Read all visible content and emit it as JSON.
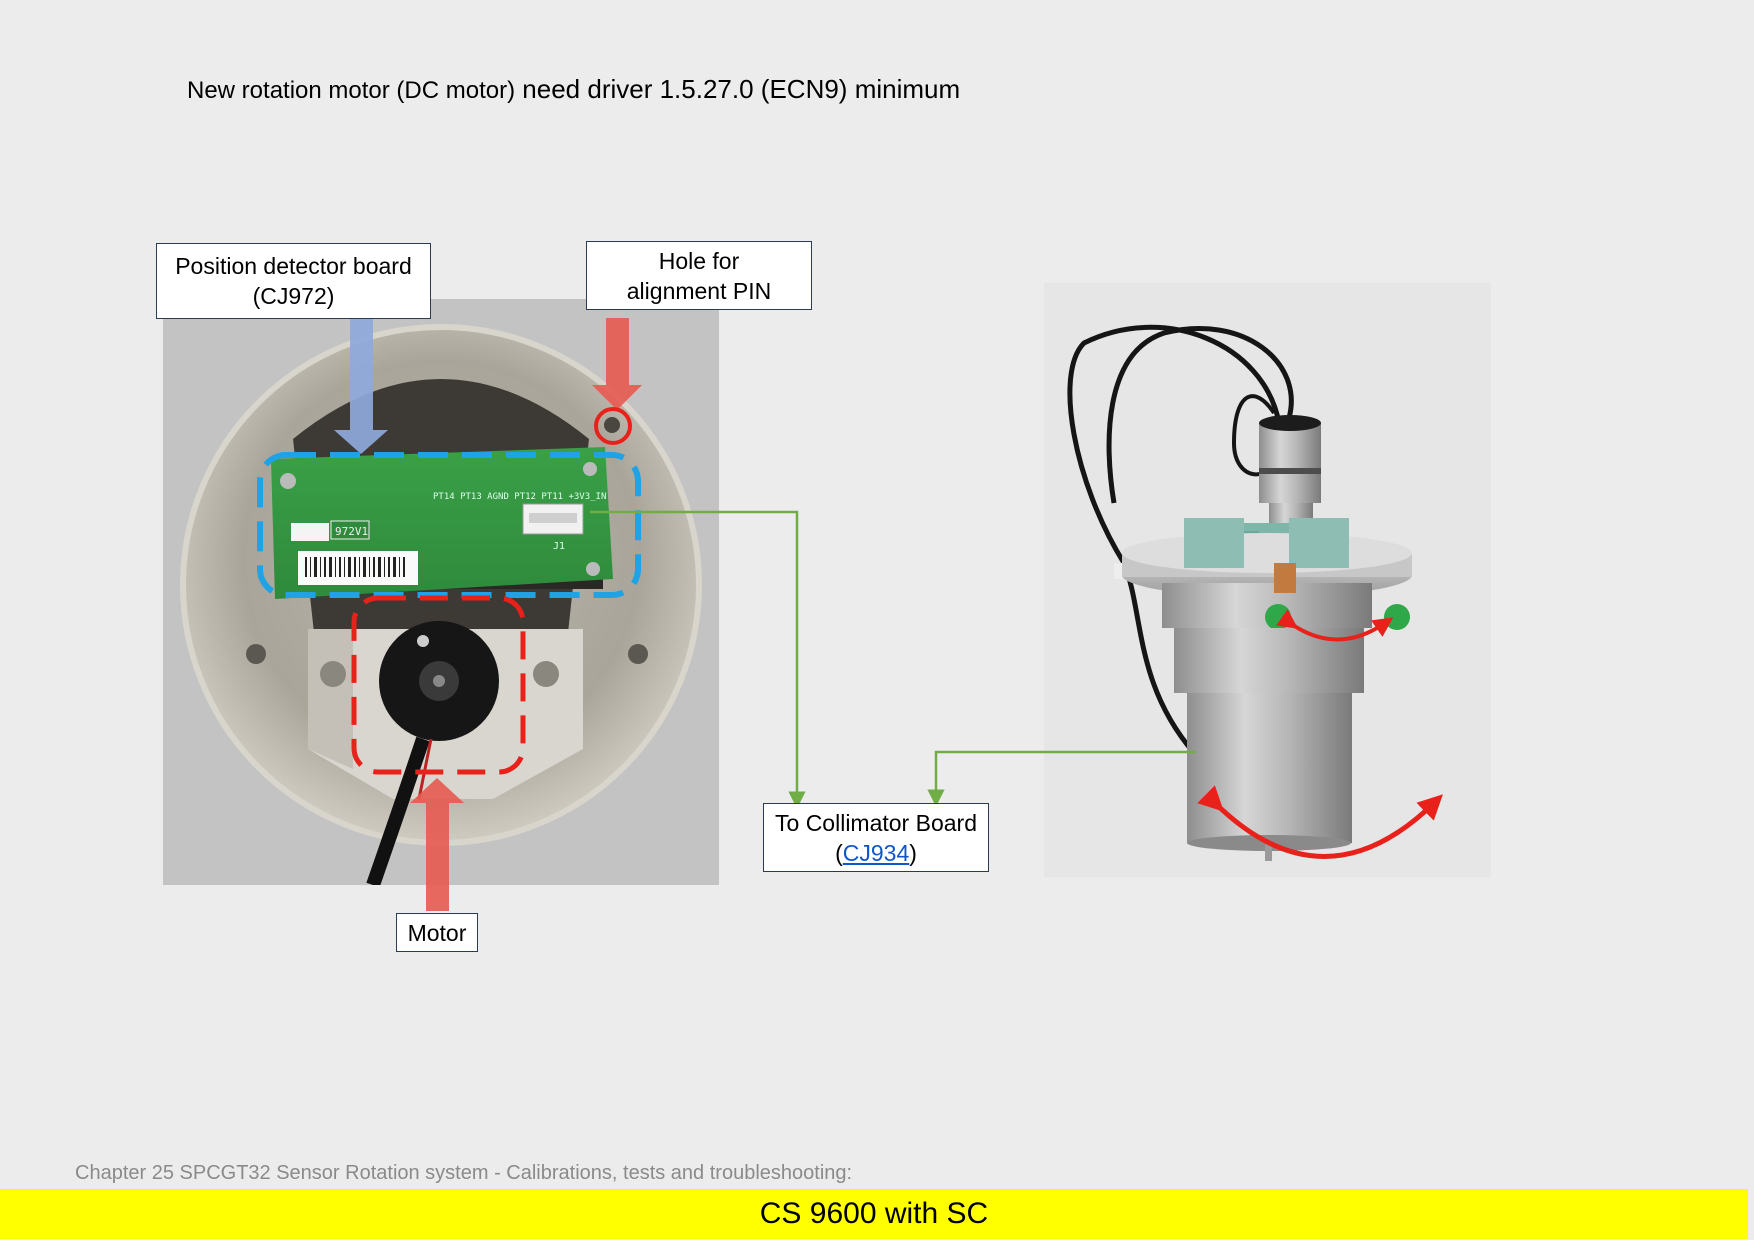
{
  "title": {
    "part1": "New rotation motor (DC motor)",
    "part2": " need driver 1.5.27.0 (ECN9) minimum"
  },
  "callouts": {
    "position_detector": {
      "line1": "Position detector board",
      "line2": "(CJ972)"
    },
    "hole": {
      "line1": "Hole for",
      "line2": "alignment PIN"
    },
    "motor": {
      "label": "Motor"
    },
    "collimator": {
      "line1": "To Collimator Board",
      "paren_open": "(",
      "link": "CJ934",
      "paren_close": ")"
    }
  },
  "board_labels": {
    "rev": "972V1",
    "pins": "PT14  PT13  AGND  PT12  PT11  +3V3_IN",
    "conn": "J1"
  },
  "footer": {
    "chapter": "Chapter 25 SPCGT32 Sensor Rotation system - Calibrations, tests and troubleshooting:",
    "banner": "CS 9600 with SC"
  },
  "colors": {
    "blue_arrow": "#8ea9db",
    "blue_dash": "#1fa2e6",
    "red": "#e8211a",
    "green_line": "#70ad47",
    "banner": "#ffff00"
  }
}
